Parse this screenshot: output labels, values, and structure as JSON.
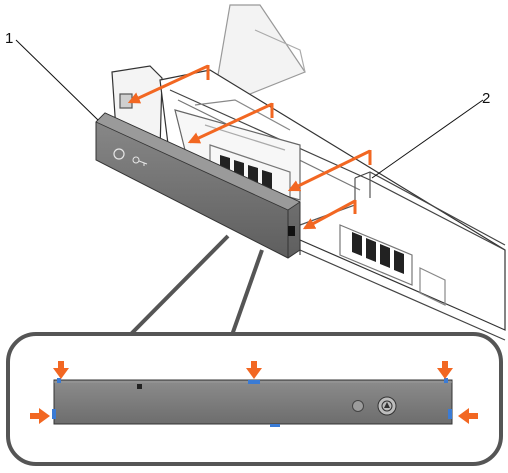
{
  "callouts": [
    {
      "id": "1",
      "label": "1"
    },
    {
      "id": "2",
      "label": "2"
    }
  ],
  "colors": {
    "arrow": "#f26722",
    "bezel": "#6a6a6a",
    "outline": "#555555",
    "chassis_line": "#333333"
  },
  "icons": [
    "power-icon",
    "key-icon",
    "lock-icon"
  ]
}
